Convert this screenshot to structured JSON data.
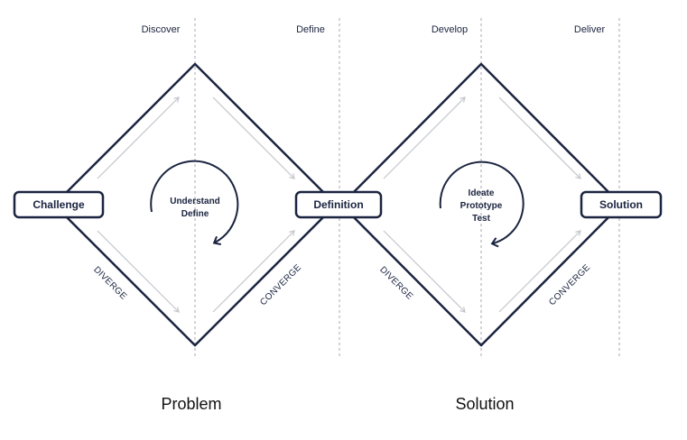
{
  "phases": [
    "Discover",
    "Define",
    "Develop",
    "Deliver"
  ],
  "nodes": {
    "challenge": "Challenge",
    "definition": "Definition",
    "solution": "Solution"
  },
  "cycles": {
    "problem": [
      "Understand",
      "Define"
    ],
    "solution": [
      "Ideate",
      "Prototype",
      "Test"
    ]
  },
  "directions": {
    "diverge": "DIVERGE",
    "converge": "CONVERGE"
  },
  "sections": {
    "problem": "Problem",
    "solution": "Solution"
  },
  "colors": {
    "stroke": "#1b2440",
    "arrows": "#c4c6cc",
    "dashes": "#a8aab0"
  }
}
